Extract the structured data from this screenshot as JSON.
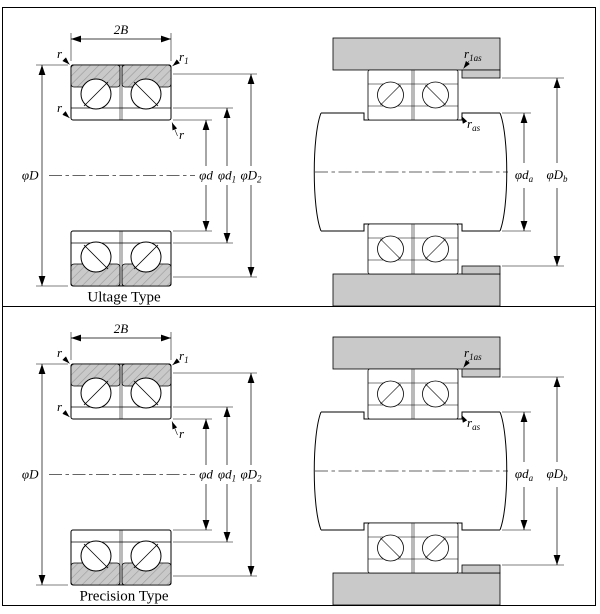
{
  "colors": {
    "ring_fill": "#c9c9c9",
    "hatch_line": "#999999",
    "outline": "#000000",
    "background": "#ffffff"
  },
  "panels": [
    {
      "caption": "Ultage Type",
      "labels": {
        "b2": {
          "base": "2B",
          "sub": ""
        },
        "r_tl": {
          "base": "r",
          "sub": ""
        },
        "r1_tr": {
          "base": "r",
          "sub": "1"
        },
        "r_ml": {
          "base": "r",
          "sub": ""
        },
        "r_mr": {
          "base": "r",
          "sub": ""
        },
        "phiD": {
          "base": "φD",
          "sub": ""
        },
        "phid": {
          "base": "φd",
          "sub": ""
        },
        "phid1": {
          "base": "φd",
          "sub": "1"
        },
        "phiD2": {
          "base": "φD",
          "sub": "2"
        },
        "r1as": {
          "base": "r",
          "sub": "1as"
        },
        "ras": {
          "base": "r",
          "sub": "as"
        },
        "phida": {
          "base": "φd",
          "sub": "a"
        },
        "phiDb": {
          "base": "φD",
          "sub": "b"
        }
      }
    },
    {
      "caption": "Precision Type",
      "labels": {
        "b2": {
          "base": "2B",
          "sub": ""
        },
        "r_tl": {
          "base": "r",
          "sub": ""
        },
        "r1_tr": {
          "base": "r",
          "sub": "1"
        },
        "r_ml": {
          "base": "r",
          "sub": ""
        },
        "r_mr": {
          "base": "r",
          "sub": ""
        },
        "phiD": {
          "base": "φD",
          "sub": ""
        },
        "phid": {
          "base": "φd",
          "sub": ""
        },
        "phid1": {
          "base": "φd",
          "sub": "1"
        },
        "phiD2": {
          "base": "φD",
          "sub": "2"
        },
        "r1as": {
          "base": "r",
          "sub": "1as"
        },
        "ras": {
          "base": "r",
          "sub": "as"
        },
        "phida": {
          "base": "φd",
          "sub": "a"
        },
        "phiDb": {
          "base": "φD",
          "sub": "b"
        }
      }
    }
  ]
}
